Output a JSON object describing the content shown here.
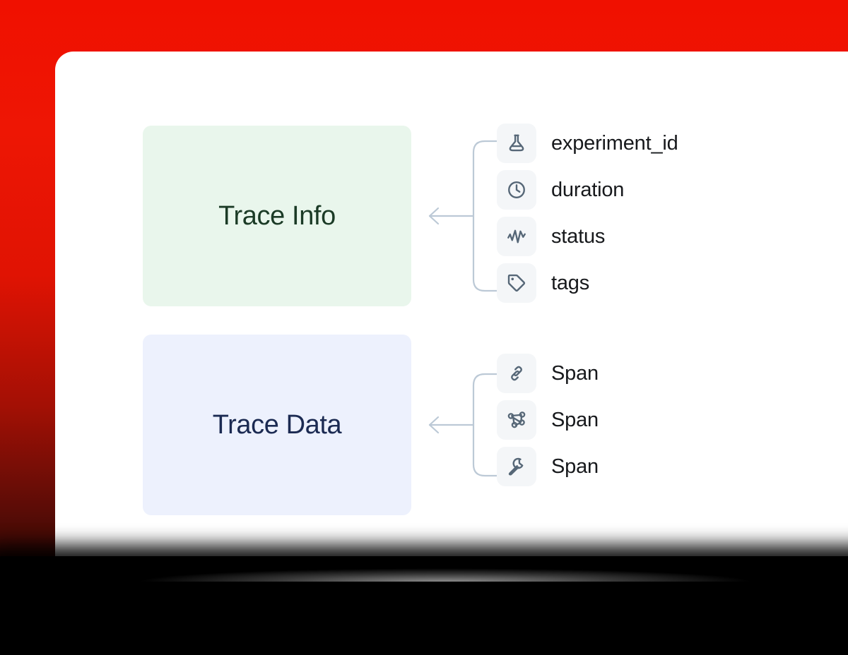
{
  "theme": {
    "backdrop_top_color": "#F01000",
    "backdrop_bottom_color": "#000000",
    "card_background": "#FFFFFF",
    "connector_color": "#BCC9D6",
    "icon_tile_background": "#F4F6F8",
    "icon_stroke_color": "#566777",
    "attr_label_color": "#17191C"
  },
  "diagram": {
    "groups": [
      {
        "id": "trace-info",
        "label": "Trace Info",
        "box_color": "#E9F6EC",
        "label_color": "#1B3B26",
        "items": [
          {
            "icon": "flask-icon",
            "label": "experiment_id"
          },
          {
            "icon": "clock-icon",
            "label": "duration"
          },
          {
            "icon": "activity-icon",
            "label": "status"
          },
          {
            "icon": "tag-icon",
            "label": "tags"
          }
        ]
      },
      {
        "id": "trace-data",
        "label": "Trace Data",
        "box_color": "#EDF1FD",
        "label_color": "#1B2A52",
        "items": [
          {
            "icon": "link-icon",
            "label": "Span"
          },
          {
            "icon": "network-icon",
            "label": "Span"
          },
          {
            "icon": "wrench-icon",
            "label": "Span"
          }
        ]
      }
    ]
  }
}
